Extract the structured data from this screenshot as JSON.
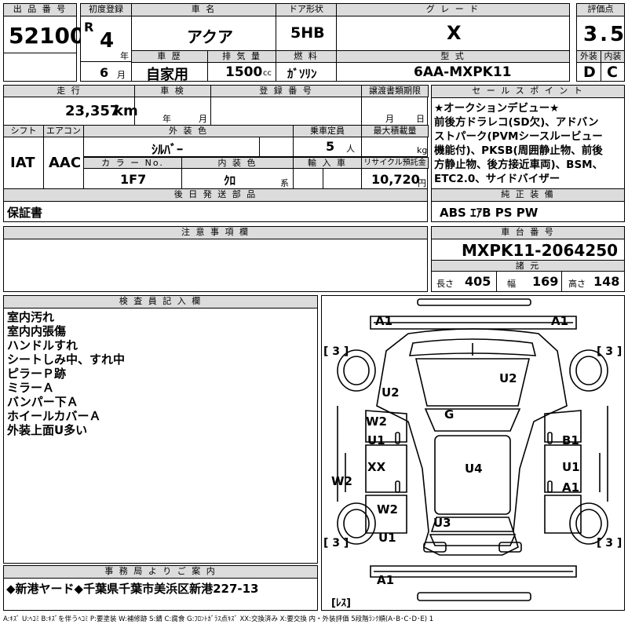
{
  "header": {
    "lot_label": "出 品 番 号",
    "lot_number": "52100",
    "first_reg_label": "初度登録",
    "era": "R",
    "year": "4",
    "year_unit": "年",
    "month": "6",
    "month_unit": "月",
    "car_name_label": "車 名",
    "car_name": "アクア",
    "door_label": "ドア形状",
    "door": "5HB",
    "grade_label": "グ レ ー ド",
    "grade": "X",
    "score_label": "評価点",
    "score": "3.5",
    "history_label": "車 歴",
    "history": "自家用",
    "displacement_label": "排 気 量",
    "displacement": "1500",
    "displacement_unit": "cc",
    "fuel_label": "燃 料",
    "fuel": "ｶﾞｿﾘﾝ",
    "model_label": "型 式",
    "model": "6AA-MXPK11",
    "exterior_label": "外装",
    "exterior_grade": "D",
    "interior_label": "内装",
    "interior_grade": "C"
  },
  "row2": {
    "mileage_label": "走 行",
    "mileage": "23,357",
    "mileage_unit": "km",
    "inspection_label": "車 検",
    "inspection_year_unit": "年",
    "inspection_month_unit": "月",
    "reg_no_label": "登 録 番 号",
    "transfer_label": "譲渡書類期限",
    "transfer_month_unit": "月",
    "transfer_day_unit": "日",
    "shift_label": "シフト",
    "shift": "IAT",
    "ac_label": "エアコン",
    "ac": "AAC",
    "ext_color_label": "外 装 色",
    "ext_color": "ｼﾙﾊﾞｰ",
    "capacity_label": "乗車定員",
    "capacity": "5",
    "capacity_unit": "人",
    "max_load_label": "最大積載量",
    "max_load_unit": "kg",
    "color_no_label": "カ ラ ー No.",
    "color_no": "1F7",
    "int_color_label": "内 装 色",
    "int_color": "ｸﾛ",
    "int_color_unit": "系",
    "import_label": "輸 入 車",
    "recycle_label": "リサイクル預託金",
    "recycle": "10,720",
    "recycle_unit": "円"
  },
  "sales_points": {
    "label": "セ ー ル ス ポ イ ン ト",
    "lines": [
      "★オークションデビュー★",
      "前後方ドラレコ(SD欠)、アドバン",
      "ストパーク(PVMシースルービュー",
      "機能付)、PKSB(周囲静止物、前後",
      "方静止物、後方接近車両)、BSM、",
      "ETC2.0、サイドバイザー"
    ]
  },
  "later_parts": {
    "label": "後 日 発 送 部 品",
    "value": "保証書"
  },
  "genuine": {
    "label": "純 正 装 備",
    "value": "ABS ｴｱB PS PW"
  },
  "notes": {
    "label": "注 意 事 項 欄"
  },
  "chassis": {
    "label": "車 台 番 号",
    "value": "MXPK11-2064250",
    "dims_label": "諸 元",
    "length_label": "長さ",
    "length": "405",
    "width_label": "幅",
    "width": "169",
    "height_label": "高さ",
    "height": "148"
  },
  "inspector": {
    "label": "検 査 員 記 入 欄",
    "lines": [
      "室内汚れ",
      "室内内張傷",
      "ハンドルすれ",
      "シートしみ中、すれ中",
      "ピラーＰ跡",
      "ミラーＡ",
      "バンパー下Ａ",
      "ホイールカバーＡ",
      "外装上面U多い"
    ]
  },
  "office": {
    "label": "事 務 局 よ り ご 案 内",
    "value": "◆新港ヤード◆千葉県千葉市美浜区新港227-13"
  },
  "diagram": {
    "marks": {
      "front_left": "A1",
      "front_right": "A1",
      "tire_fl": "[ 3 ]",
      "tire_fr": "[ 3 ]",
      "tire_rl": "[ 3 ]",
      "tire_rr": "[ 3 ]",
      "hood_left": "U2",
      "roof_right": "U2",
      "windshield": "G",
      "left_front_door": "W2",
      "left_front_door2": "U1",
      "right_front_door": "B1",
      "left_rear_door": "XX",
      "right_rear_door": "U1",
      "right_rear_door2": "A1",
      "roof": "U4",
      "left_sill": "W2",
      "left_rear_panel": "W2",
      "left_rear_panel2": "U1",
      "trunk": "U3",
      "rear_bumper": "A1",
      "spare": "[ﾚｽ]"
    }
  },
  "legend": "A:ｷｽﾞ U:ﾍｺﾐ B:ｷｽﾞを伴うﾍｺﾐ P:要塗装 W:補修跡 S:錆 C:腐食 G:ﾌﾛﾝﾄｶﾞﾗｽ点ｷｽﾞ XX:交換済み X:要交換 内・外装評価 5段階ﾗﾝｸ順(A･B･C･D･E) 1"
}
